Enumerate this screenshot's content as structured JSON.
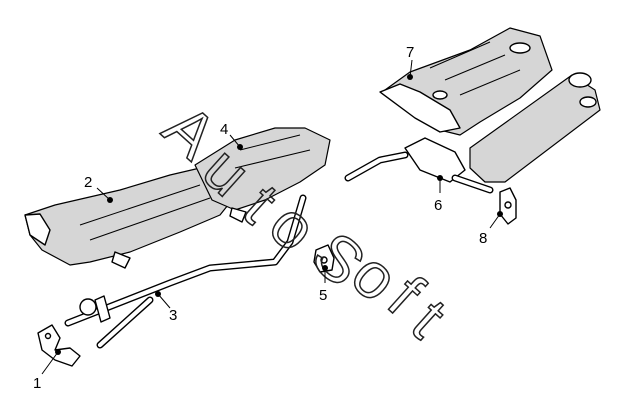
{
  "watermark": {
    "letters": [
      "A",
      "u",
      "t",
      "o",
      "S",
      "o",
      "f",
      "t"
    ]
  },
  "callouts": [
    {
      "label": "1"
    },
    {
      "label": "2"
    },
    {
      "label": "3"
    },
    {
      "label": "4"
    },
    {
      "label": "5"
    },
    {
      "label": "6"
    },
    {
      "label": "7"
    },
    {
      "label": "8"
    }
  ]
}
